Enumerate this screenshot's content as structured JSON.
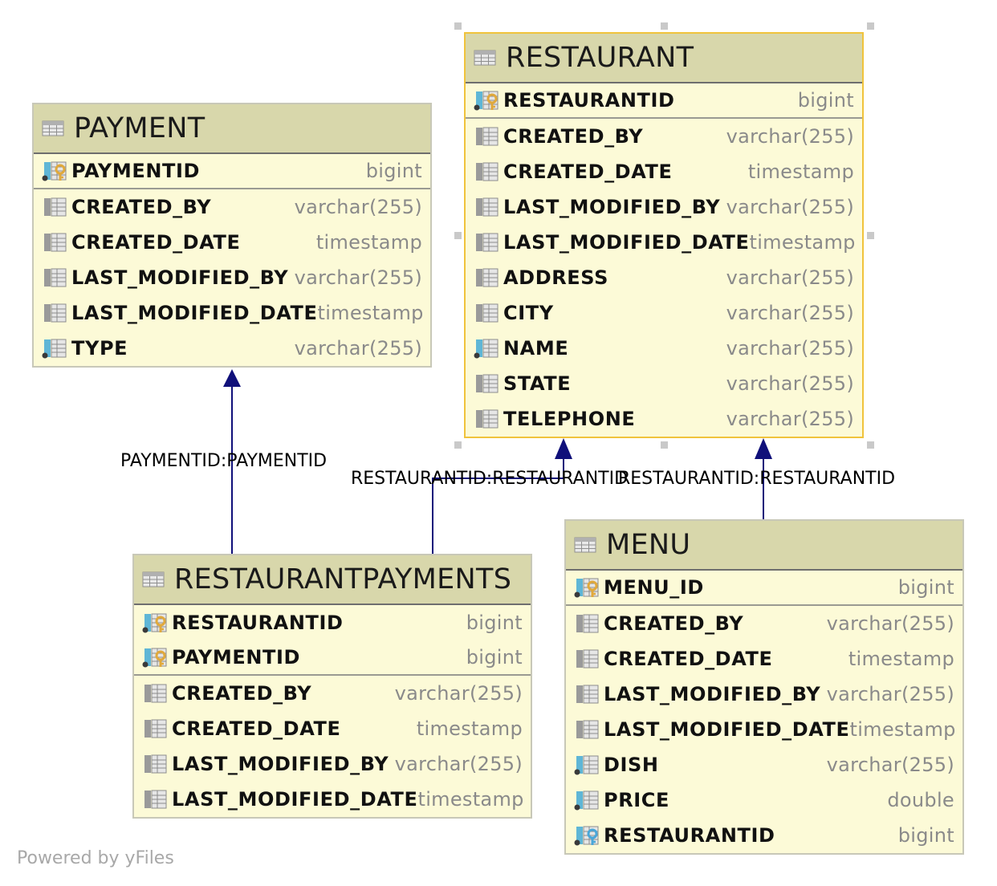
{
  "tables": [
    {
      "name": "PAYMENT",
      "columns": [
        {
          "name": "PAYMENTID",
          "type": "bigint",
          "icon": "primary-key-icon"
        },
        {
          "name": "CREATED_BY",
          "type": "varchar(255)",
          "icon": "column-icon"
        },
        {
          "name": "CREATED_DATE",
          "type": "timestamp",
          "icon": "column-icon"
        },
        {
          "name": "LAST_MODIFIED_BY",
          "type": "varchar(255)",
          "icon": "column-icon"
        },
        {
          "name": "LAST_MODIFIED_DATE",
          "type": "timestamp",
          "icon": "column-icon"
        },
        {
          "name": "TYPE",
          "type": "varchar(255)",
          "icon": "indexed-column-icon"
        }
      ]
    },
    {
      "name": "RESTAURANT",
      "columns": [
        {
          "name": "RESTAURANTID",
          "type": "bigint",
          "icon": "primary-key-icon"
        },
        {
          "name": "CREATED_BY",
          "type": "varchar(255)",
          "icon": "column-icon"
        },
        {
          "name": "CREATED_DATE",
          "type": "timestamp",
          "icon": "column-icon"
        },
        {
          "name": "LAST_MODIFIED_BY",
          "type": "varchar(255)",
          "icon": "column-icon"
        },
        {
          "name": "LAST_MODIFIED_DATE",
          "type": "timestamp",
          "icon": "column-icon"
        },
        {
          "name": "ADDRESS",
          "type": "varchar(255)",
          "icon": "column-icon"
        },
        {
          "name": "CITY",
          "type": "varchar(255)",
          "icon": "column-icon"
        },
        {
          "name": "NAME",
          "type": "varchar(255)",
          "icon": "indexed-column-icon"
        },
        {
          "name": "STATE",
          "type": "varchar(255)",
          "icon": "column-icon"
        },
        {
          "name": "TELEPHONE",
          "type": "varchar(255)",
          "icon": "column-icon"
        }
      ]
    },
    {
      "name": "RESTAURANTPAYMENTS",
      "columns": [
        {
          "name": "RESTAURANTID",
          "type": "bigint",
          "icon": "primary-key-icon"
        },
        {
          "name": "PAYMENTID",
          "type": "bigint",
          "icon": "primary-key-icon"
        },
        {
          "name": "CREATED_BY",
          "type": "varchar(255)",
          "icon": "column-icon"
        },
        {
          "name": "CREATED_DATE",
          "type": "timestamp",
          "icon": "column-icon"
        },
        {
          "name": "LAST_MODIFIED_BY",
          "type": "varchar(255)",
          "icon": "column-icon"
        },
        {
          "name": "LAST_MODIFIED_DATE",
          "type": "timestamp",
          "icon": "column-icon"
        }
      ]
    },
    {
      "name": "MENU",
      "columns": [
        {
          "name": "MENU_ID",
          "type": "bigint",
          "icon": "primary-key-icon"
        },
        {
          "name": "CREATED_BY",
          "type": "varchar(255)",
          "icon": "column-icon"
        },
        {
          "name": "CREATED_DATE",
          "type": "timestamp",
          "icon": "column-icon"
        },
        {
          "name": "LAST_MODIFIED_BY",
          "type": "varchar(255)",
          "icon": "column-icon"
        },
        {
          "name": "LAST_MODIFIED_DATE",
          "type": "timestamp",
          "icon": "column-icon"
        },
        {
          "name": "DISH",
          "type": "varchar(255)",
          "icon": "indexed-column-icon"
        },
        {
          "name": "PRICE",
          "type": "double",
          "icon": "indexed-column-icon"
        },
        {
          "name": "RESTAURANTID",
          "type": "bigint",
          "icon": "foreign-key-icon"
        }
      ]
    }
  ],
  "relations": [
    {
      "label": "PAYMENTID:PAYMENTID",
      "from": "RESTAURANTPAYMENTS",
      "to": "PAYMENT"
    },
    {
      "label": "RESTAURANTID:RESTAURANTID",
      "from": "RESTAURANTPAYMENTS",
      "to": "RESTAURANT"
    },
    {
      "label": "RESTAURANTID:RESTAURANTID",
      "from": "MENU",
      "to": "RESTAURANT"
    }
  ],
  "watermark": "Powered by yFiles",
  "colors": {
    "table_body": "#fcfad7",
    "table_header": "#d8d7ab",
    "selection_border": "#f0c33c",
    "edge": "#10107a"
  }
}
